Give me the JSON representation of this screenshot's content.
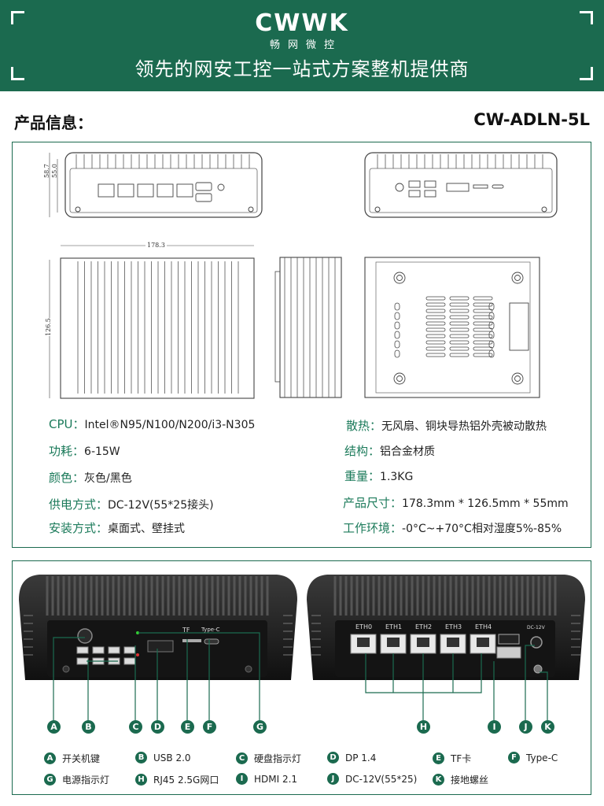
{
  "header": {
    "logo": "CWWK",
    "logo_cn": "畅网微控",
    "tagline": "领先的网安工控一站式方案整机提供商"
  },
  "section": {
    "title": "产品信息：",
    "model": "CW-ADLN-5L"
  },
  "dimensions": {
    "height_outer": "58.7",
    "height_inner": "55.0",
    "width": "178.3",
    "depth": "126.5"
  },
  "specs_left": [
    {
      "key": "CPU",
      "value": "Intel®N95/N100/N200/i3-N305"
    },
    {
      "key": "功耗",
      "value": "6-15W"
    },
    {
      "key": "颜色",
      "value": "灰色/黑色"
    },
    {
      "key": "供电方式",
      "value": "DC-12V(55*25接头)"
    },
    {
      "key": "安装方式",
      "value": "桌面式、壁挂式"
    }
  ],
  "specs_right": [
    {
      "key": "散热",
      "value": "无风扇、铜块导热铝外壳被动散热"
    },
    {
      "key": "结构",
      "value": "铝合金材质"
    },
    {
      "key": "重量",
      "value": "1.3KG"
    },
    {
      "key": "产品尺寸",
      "value": "178.3mm * 126.5mm * 55mm"
    },
    {
      "key": "工作环境",
      "value": "-0°C~+70°C相对湿度5%-85%"
    }
  ],
  "port_labels": {
    "tf": "TF",
    "typec": "Type-C",
    "eth": [
      "ETH0",
      "ETH1",
      "ETH2",
      "ETH3",
      "ETH4"
    ],
    "dc": "DC-12V"
  },
  "callouts": [
    "A",
    "B",
    "C",
    "D",
    "E",
    "F",
    "G",
    "H",
    "I",
    "J",
    "K"
  ],
  "legend": [
    {
      "letter": "A",
      "label": "开关机键"
    },
    {
      "letter": "B",
      "label": "USB 2.0"
    },
    {
      "letter": "C",
      "label": "硬盘指示灯"
    },
    {
      "letter": "D",
      "label": "DP 1.4"
    },
    {
      "letter": "E",
      "label": "TF卡"
    },
    {
      "letter": "F",
      "label": "Type-C"
    },
    {
      "letter": "G",
      "label": "电源指示灯"
    },
    {
      "letter": "H",
      "label": "RJ45 2.5G网口"
    },
    {
      "letter": "I",
      "label": "HDMI 2.1"
    },
    {
      "letter": "J",
      "label": "DC-12V(55*25)"
    },
    {
      "letter": "K",
      "label": "接地螺丝"
    }
  ],
  "colors": {
    "brand": "#1b6a4f",
    "spec_key": "#1b7a5a"
  }
}
